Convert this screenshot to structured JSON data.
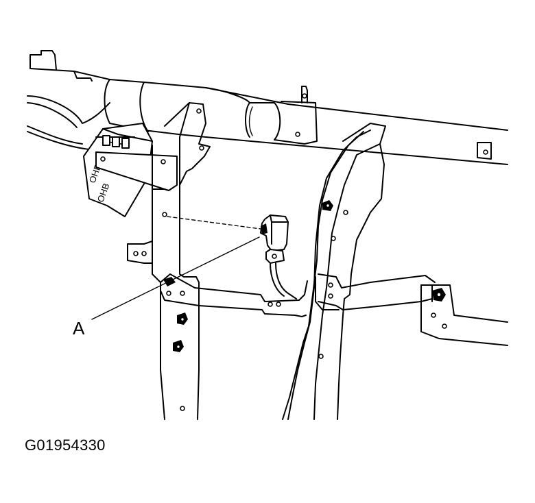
{
  "diagram": {
    "callout_label": "A",
    "figure_code": "G01954330",
    "module_markings": [
      "OHB",
      "OHB"
    ],
    "colors": {
      "line": "#000000",
      "background": "#ffffff"
    }
  }
}
